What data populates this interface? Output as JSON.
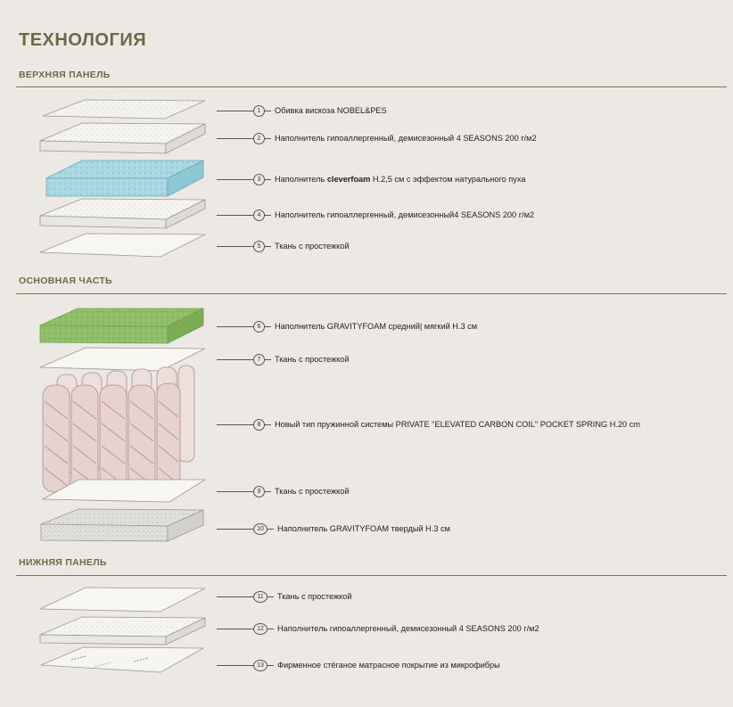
{
  "title": "ТЕХНОЛОГИЯ",
  "sections": {
    "top": "ВЕРХНЯЯ ПАНЕЛЬ",
    "main": "ОСНОВНАЯ ЧАСТЬ",
    "bottom": "НИЖНЯЯ ПАНЕЛЬ"
  },
  "layers": [
    {
      "num": "1",
      "text": "Обивка вискоза NOBEL&PES"
    },
    {
      "num": "2",
      "text": "Наполнитель гипоаллергенный, демисезонный 4 SEASONS 200 г/м2"
    },
    {
      "num": "3",
      "text_before": "Наполнитель ",
      "brand": "cleverfoam",
      "text_after": " H.2,5 см с эффектом натурального пуха"
    },
    {
      "num": "4",
      "text": "Наполнитель гипоаллергенный, демисезонный4 SEASONS 200 г/м2"
    },
    {
      "num": "5",
      "text": "Ткань с простежкой"
    },
    {
      "num": "6",
      "text": "Наполнитель GRAVITYFOAM средний| мягкий H.3 см"
    },
    {
      "num": "7",
      "text": "Ткань с простежкой"
    },
    {
      "num": "8",
      "text": "Новый тип пружинной системы PRIVATE \"ELEVATED CARBON COIL\" POCKET SPRING H.20 cm"
    },
    {
      "num": "9",
      "text": "Ткань с простежкой"
    },
    {
      "num": "10",
      "text": "Наполнитель GRAVITYFOAM твердый H.3 см"
    },
    {
      "num": "11",
      "text": "Ткань с простежкой"
    },
    {
      "num": "12",
      "text": "Наполнитель гипоаллергенный, демисезонный 4 SEASONS 200 г/м2"
    },
    {
      "num": "13",
      "text": "Фирменное стёганое матрасное покрытие из микрофибры"
    }
  ],
  "colors": {
    "accent": "#6b6a47",
    "background": "#ece9e4",
    "cleverfoam": "#a9d8e3",
    "gravityfoam_soft": "#8fbf6a",
    "spring": "#e8d2cf"
  }
}
